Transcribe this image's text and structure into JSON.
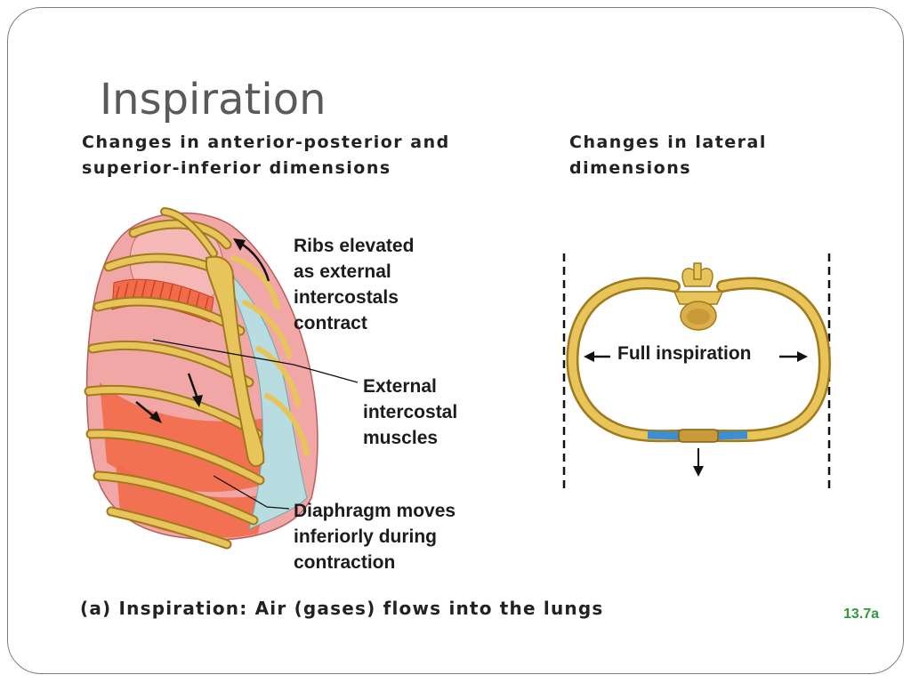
{
  "slide": {
    "title": "Inspiration"
  },
  "left_panel": {
    "header_line1": "Changes in anterior-posterior and",
    "header_line2": "superior-inferior dimensions",
    "label_ribs": [
      "Ribs elevated",
      "as external",
      "intercostals",
      "contract"
    ],
    "label_intercostal": [
      "External",
      "intercostal",
      "muscles"
    ],
    "label_diaphragm": [
      "Diaphragm moves",
      "inferiorly during",
      "contraction"
    ]
  },
  "right_panel": {
    "header_line1": "Changes in lateral",
    "header_line2": "dimensions",
    "full_inspiration": "Full inspiration"
  },
  "caption": "(a) Inspiration: Air (gases) flows into the lungs",
  "figure_number": "13.7a",
  "colors": {
    "bone": "#e8c55a",
    "bone_outline": "#a07a1c",
    "muscle": "#f26b4a",
    "lung": "#f2a7a7",
    "cartilage": "#b7dde0",
    "cartilage_blue": "#3d8fd1",
    "figure_number": "#2e9a3a"
  }
}
